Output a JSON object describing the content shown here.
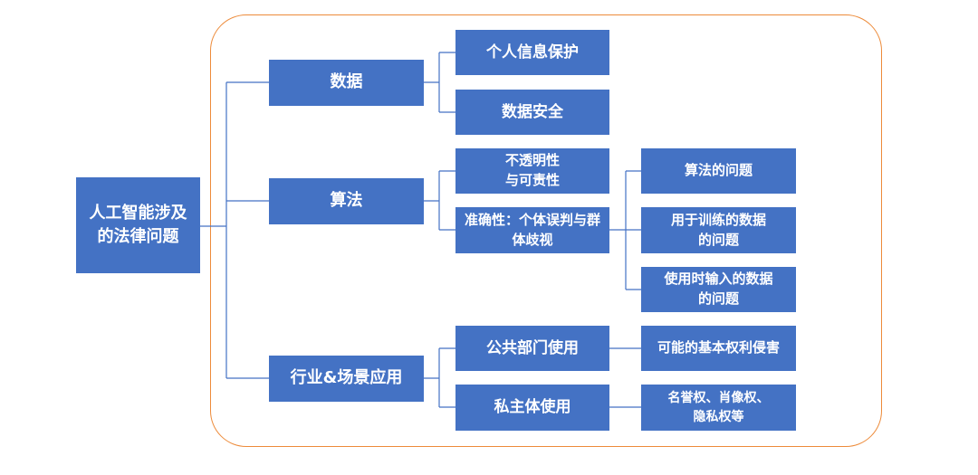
{
  "root": {
    "label": "人工智能涉及\n的法律问题"
  },
  "categories": [
    {
      "label": "数据",
      "children": [
        {
          "label": "个人信息保护"
        },
        {
          "label": "数据安全"
        }
      ]
    },
    {
      "label": "算法",
      "children": [
        {
          "label": "不透明性\n与可责性"
        },
        {
          "label": "准确性：个体误判与群\n体歧视",
          "children": [
            {
              "label": "算法的问题"
            },
            {
              "label": "用于训练的数据\n的问题"
            },
            {
              "label": "使用时输入的数据\n的问题"
            }
          ]
        }
      ]
    },
    {
      "label": "行业&场景应用",
      "children": [
        {
          "label": "公共部门使用",
          "children": [
            {
              "label": "可能的基本权利侵害"
            }
          ]
        },
        {
          "label": "私主体使用",
          "children": [
            {
              "label": "名誉权、肖像权、\n隐私权等"
            }
          ]
        }
      ]
    }
  ],
  "colors": {
    "box_fill": "#4472C4",
    "box_text": "#FFFFFF",
    "connector": "#4472C4",
    "frame_border": "#ED8B3A"
  }
}
